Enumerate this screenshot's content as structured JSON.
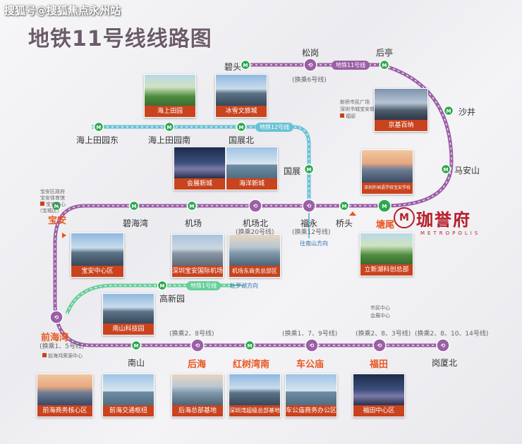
{
  "watermark": "搜狐号@搜狐焦点永州站",
  "title": "地铁11号线线路图",
  "line_labels": {
    "line11": "地铁11号线",
    "line12": "地铁12号线",
    "line1": "地铁1号线"
  },
  "brand": {
    "name": "珈誉府",
    "en": "METROPOLIS",
    "logo": "M"
  },
  "colors": {
    "line11": "#9b5fa6",
    "line12": "#69c2d4",
    "line1": "#66cf9a",
    "highlight": "#e8561e",
    "caption": "#c8431e",
    "station": "#2ea84f"
  },
  "stations": [
    {
      "name": "碧头",
      "hi": false
    },
    {
      "name": "松岗",
      "hi": false,
      "note": "(换乘6号线)"
    },
    {
      "name": "后亭",
      "hi": false
    },
    {
      "name": "沙井",
      "hi": false
    },
    {
      "name": "马安山",
      "hi": false
    },
    {
      "name": "塘尾",
      "hi": true
    },
    {
      "name": "桥头",
      "hi": false
    },
    {
      "name": "福永",
      "hi": false,
      "note": "(换乘12号线)"
    },
    {
      "name": "机场北",
      "hi": false,
      "note": "(换乘20号线)"
    },
    {
      "name": "机场",
      "hi": false
    },
    {
      "name": "碧海湾",
      "hi": false
    },
    {
      "name": "宝安",
      "hi": true
    },
    {
      "name": "前海湾",
      "hi": true,
      "note": "(换乘1、5号线)"
    },
    {
      "name": "南山",
      "hi": false
    },
    {
      "name": "后海",
      "hi": true,
      "note": "(换乘2、8号线)"
    },
    {
      "name": "红树湾南",
      "hi": true
    },
    {
      "name": "车公庙",
      "hi": true,
      "note": "(换乘1、7、9号线)"
    },
    {
      "name": "福田",
      "hi": true,
      "note": "(换乘2、8、3号线)"
    },
    {
      "name": "岗厦北",
      "hi": false,
      "note": "(换乘2、8、10、14号线)"
    }
  ],
  "line12_stations": [
    "海上田园东",
    "海上田园南",
    "国展北",
    "国展"
  ],
  "line1_stations": [
    "高新园"
  ],
  "directions": {
    "wanmu": "往南山方向",
    "luohu": "往罗湖方向"
  },
  "poi_notes": {
    "baoan": [
      "宝安区政府",
      "宝安体育馆",
      "宝安中心",
      "(宝城区)"
    ],
    "shajing": [
      "新桥市民广场",
      "深圳书城宝安城",
      "福邸"
    ],
    "futian": [
      "市民中心",
      "会展中心"
    ],
    "qianhai": "前海鸿荣源中心"
  },
  "photos": [
    {
      "caption": "海上田园"
    },
    {
      "caption": "冰雪文旅城"
    },
    {
      "caption": "京基百纳"
    },
    {
      "caption": "会展新城"
    },
    {
      "caption": "海洋新城"
    },
    {
      "caption": "深圳外国语学校宝安学校"
    },
    {
      "caption": "宝安中心区"
    },
    {
      "caption": "深圳宝安国际机场"
    },
    {
      "caption": "机场东商务总部区"
    },
    {
      "caption": "立新湖科创总部"
    },
    {
      "caption": "南山科技园"
    },
    {
      "caption": "前海商务核心区"
    },
    {
      "caption": "前海交通枢纽"
    },
    {
      "caption": "后海总部基地"
    },
    {
      "caption": "深圳湾超级总部基地"
    },
    {
      "caption": "车公庙商务办公区"
    },
    {
      "caption": "福田中心区"
    }
  ]
}
